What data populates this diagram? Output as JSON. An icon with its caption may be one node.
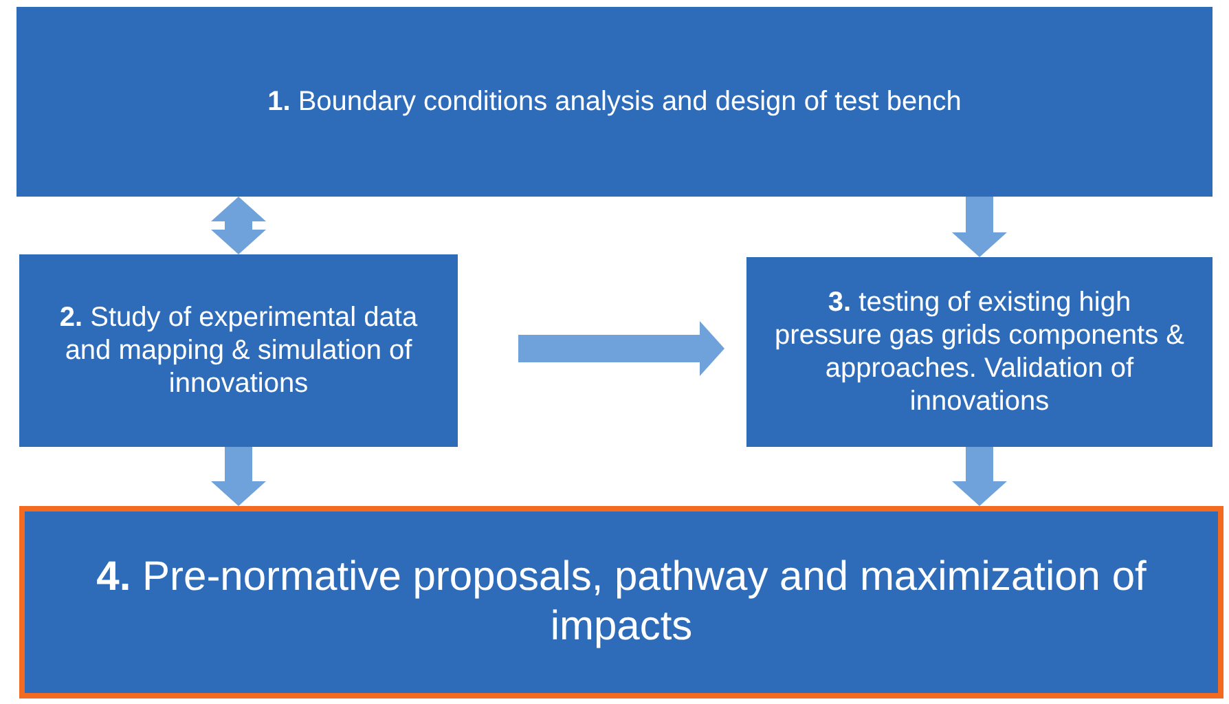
{
  "diagram": {
    "nodes": [
      {
        "text": [
          "**1.** Boundary conditions analysis and design of test bench"
        ]
      },
      {
        "text": [
          "**2.** Study of experimental data and mapping & simulation of innovations"
        ]
      },
      {
        "text": [
          "**3.** testing of existing high pressure gas grids components & approaches. Validation of innovations"
        ]
      },
      {
        "text": [
          "**4.** Pre-normative proposals, pathway and maximization of impacts"
        ]
      }
    ],
    "edges": [
      {
        "from": 0,
        "to": 1,
        "arrow": "both"
      },
      {
        "from": 0,
        "to": 2,
        "arrow": "to"
      },
      {
        "from": 1,
        "to": 2,
        "arrow": "to"
      },
      {
        "from": 1,
        "to": 3,
        "arrow": "to"
      },
      {
        "from": 2,
        "to": 3,
        "arrow": "to"
      }
    ]
  }
}
